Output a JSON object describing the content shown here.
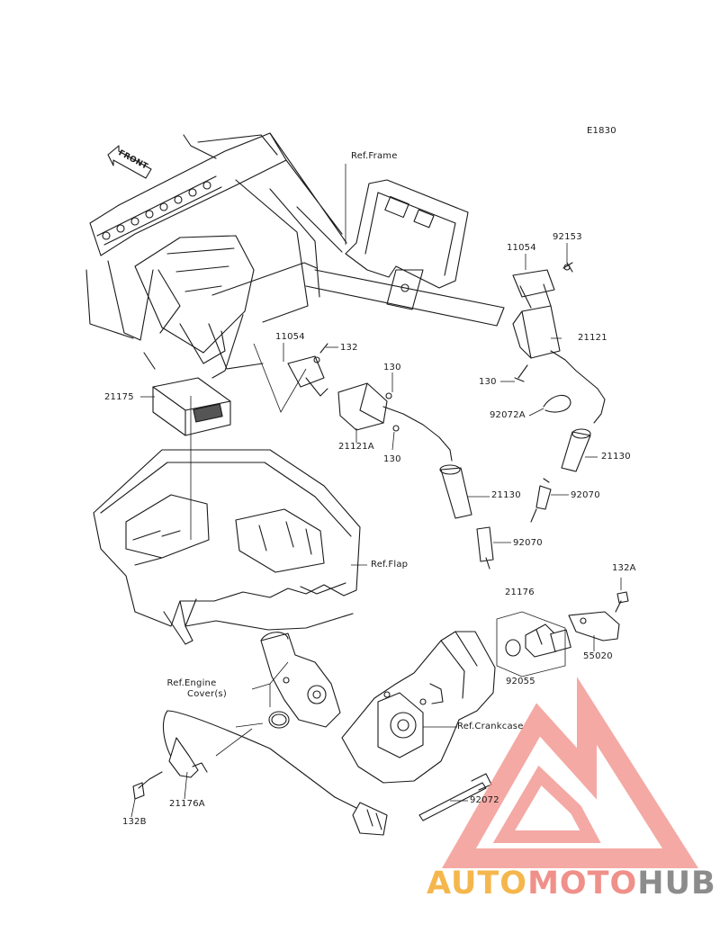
{
  "diagram_code": "E1830",
  "front_arrow": "FRONT",
  "refs": {
    "frame": "Ref.Frame",
    "flap": "Ref.Flap",
    "engine_cover_line1": "Ref.Engine",
    "engine_cover_line2": "Cover(s)",
    "crankcase": "Ref.Crankcase"
  },
  "parts": {
    "p11054_right": "11054",
    "p92153": "92153",
    "p21121": "21121",
    "p130_right": "130",
    "p92072A": "92072A",
    "p21130_right": "21130",
    "p92070_right": "92070",
    "p11054_left": "11054",
    "p132": "132",
    "p130_a": "130",
    "p130_b": "130",
    "p21121A": "21121A",
    "p21175": "21175",
    "p21130_left": "21130",
    "p92070_left": "92070",
    "p132A": "132A",
    "p21176": "21176",
    "p55020": "55020",
    "p92055": "92055",
    "p92072": "92072",
    "p132B": "132B",
    "p21176A": "21176A"
  },
  "watermark": {
    "part1": "AUTO",
    "part2": "MOTO",
    "part3": "HUB",
    "color1": "#f5b74d",
    "color2": "#f0908a",
    "color3": "#8c8c8c",
    "logo_color": "#f08c86"
  }
}
